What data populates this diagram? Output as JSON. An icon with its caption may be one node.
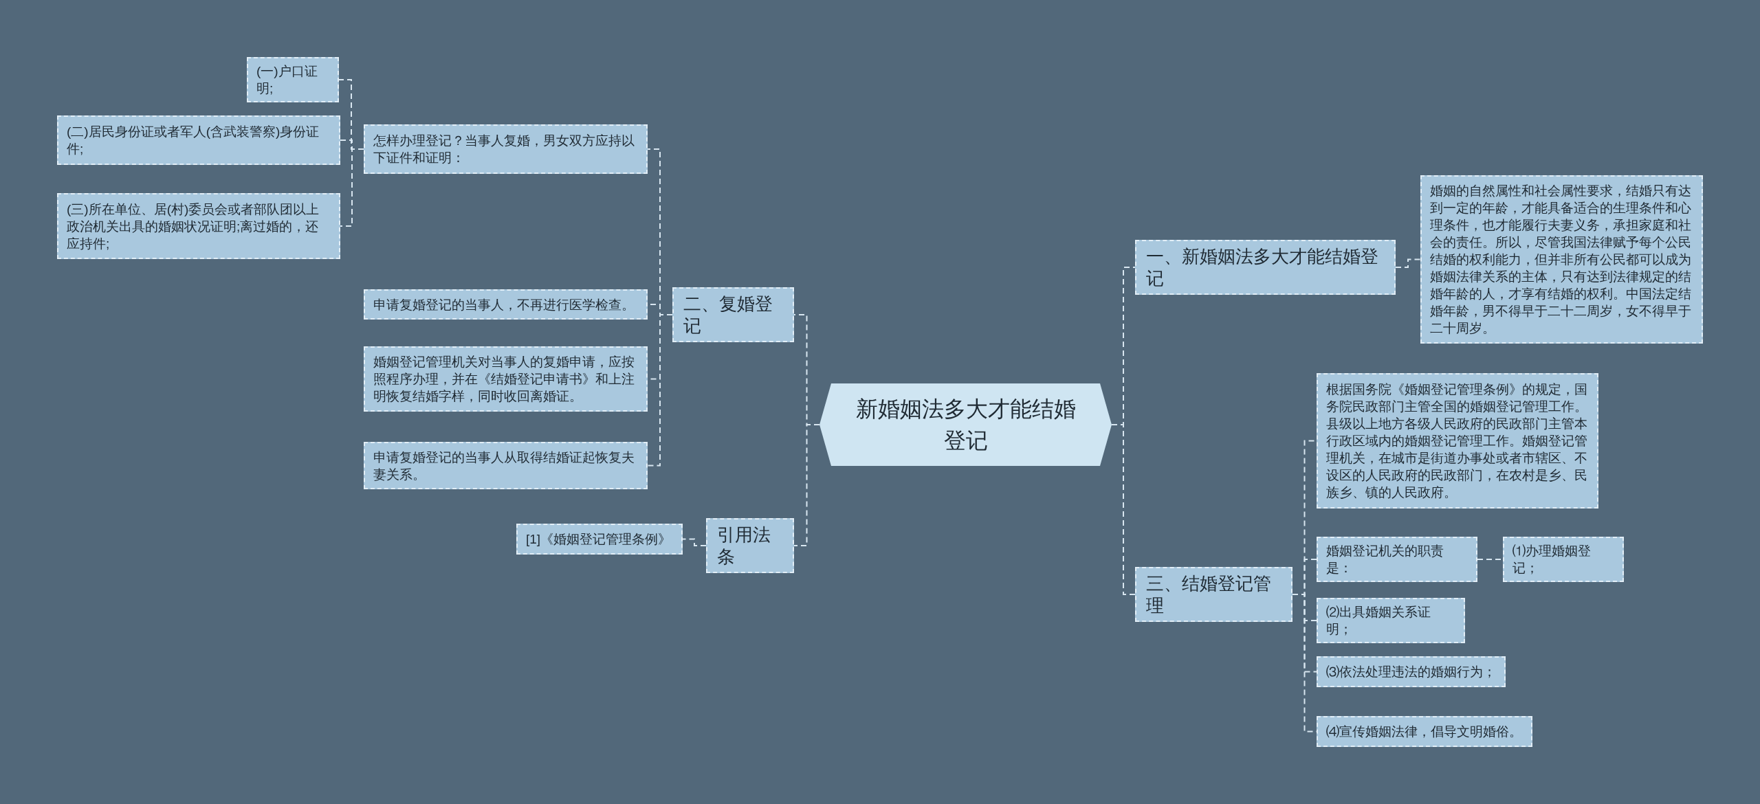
{
  "diagram": {
    "nodes": [
      {
        "text": [
          "新婚姻法多大才能结婚登记"
        ]
      },
      {
        "text": [
          "一、新婚姻法多大才能结婚登记"
        ]
      },
      {
        "text": [
          "婚姻的自然属性和社会属性要求，结婚只有达到一定的年龄，才能具备适合的生理条件和心理条件，也才能履行夫妻义务，承担家庭和社会的责任。所以，尽管我国法律赋予每个公民结婚的权利能力，但并非所有公民都可以成为婚姻法律关系的主体，只有达到法律规定的结婚年龄的人，才享有结婚的权利。中国法定结婚年龄，男不得早于二十二周岁，女不得早于二十周岁。"
        ]
      },
      {
        "text": [
          "三、结婚登记管理"
        ]
      },
      {
        "text": [
          "根据国务院《婚姻登记管理条例》的规定，国务院民政部门主管全国的婚姻登记管理工作。县级以上地方各级人民政府的民政部门主管本行政区域内的婚姻登记管理工作。婚姻登记管理机关，在城市是街道办事处或者市辖区、不设区的人民政府的民政部门，在农村是乡、民族乡、镇的人民政府。"
        ]
      },
      {
        "text": [
          "婚姻登记机关的职责是："
        ]
      },
      {
        "text": [
          "⑴办理婚姻登记；"
        ]
      },
      {
        "text": [
          "⑵出具婚姻关系证明；"
        ]
      },
      {
        "text": [
          "⑶依法处理违法的婚姻行为；"
        ]
      },
      {
        "text": [
          "⑷宣传婚姻法律，倡导文明婚俗。"
        ]
      },
      {
        "text": [
          "二、复婚登记"
        ]
      },
      {
        "text": [
          "怎样办理登记？当事人复婚，男女双方应持以下证件和证明："
        ]
      },
      {
        "text": [
          "(一)户口证明;"
        ]
      },
      {
        "text": [
          "(二)居民身份证或者军人(含武装警察)身份证件;"
        ]
      },
      {
        "text": [
          "(三)所在单位、居(村)委员会或者部队团以上政治机关出具的婚姻状况证明;离过婚的，还应持件;"
        ]
      },
      {
        "text": [
          "申请复婚登记的当事人，不再进行医学检查。"
        ]
      },
      {
        "text": [
          "婚姻登记管理机关对当事人的复婚申请，应按照程序办理，并在《结婚登记申请书》和上注明恢复结婚字样，同时收回离婚证。"
        ]
      },
      {
        "text": [
          "申请复婚登记的当事人从取得结婚证起恢复夫妻关系。"
        ]
      },
      {
        "text": [
          "引用法条"
        ]
      },
      {
        "text": [
          "[1]《婚姻登记管理条例》"
        ]
      }
    ],
    "edges": [
      {
        "from": 0,
        "to": 1,
        "arrow": "none"
      },
      {
        "from": 1,
        "to": 2,
        "arrow": "none"
      },
      {
        "from": 0,
        "to": 3,
        "arrow": "none"
      },
      {
        "from": 3,
        "to": 4,
        "arrow": "none"
      },
      {
        "from": 3,
        "to": 5,
        "arrow": "none"
      },
      {
        "from": 5,
        "to": 6,
        "arrow": "none"
      },
      {
        "from": 3,
        "to": 7,
        "arrow": "none"
      },
      {
        "from": 3,
        "to": 8,
        "arrow": "none"
      },
      {
        "from": 3,
        "to": 9,
        "arrow": "none"
      },
      {
        "from": 0,
        "to": 10,
        "arrow": "none"
      },
      {
        "from": 10,
        "to": 11,
        "arrow": "none"
      },
      {
        "from": 11,
        "to": 12,
        "arrow": "none"
      },
      {
        "from": 11,
        "to": 13,
        "arrow": "none"
      },
      {
        "from": 11,
        "to": 14,
        "arrow": "none"
      },
      {
        "from": 10,
        "to": 15,
        "arrow": "none"
      },
      {
        "from": 10,
        "to": 16,
        "arrow": "none"
      },
      {
        "from": 10,
        "to": 17,
        "arrow": "none"
      },
      {
        "from": 0,
        "to": 18,
        "arrow": "none"
      },
      {
        "from": 18,
        "to": 19,
        "arrow": "none"
      }
    ]
  }
}
